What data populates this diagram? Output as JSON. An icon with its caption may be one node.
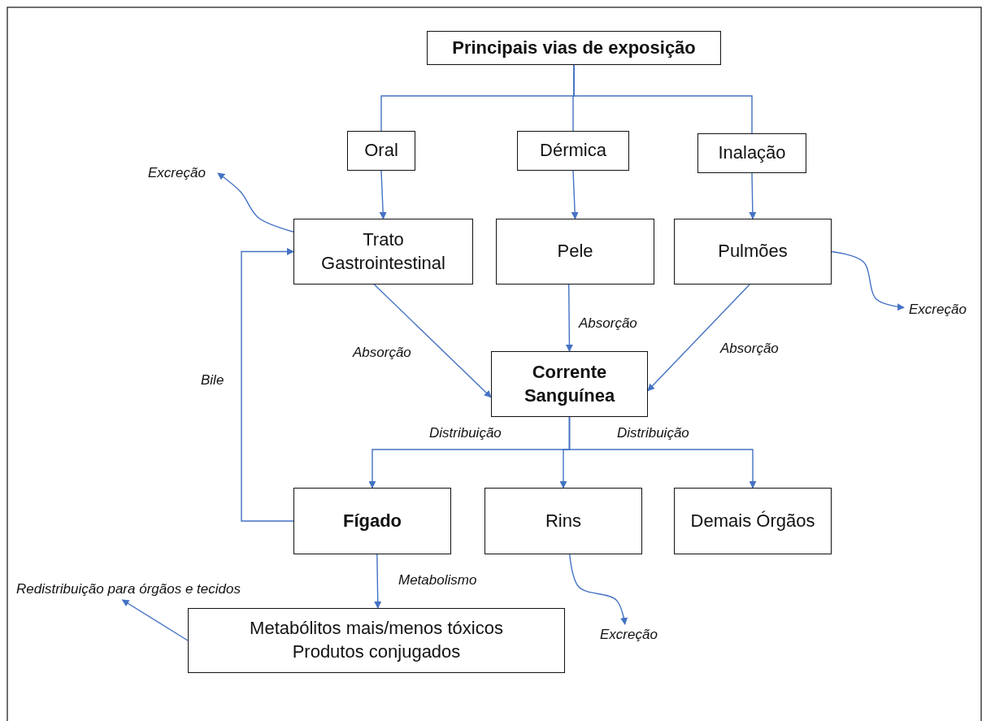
{
  "diagram": {
    "nodes": [
      {
        "text": [
          "Principais vias de exposição"
        ]
      },
      {
        "text": [
          "Oral"
        ]
      },
      {
        "text": [
          "Dérmica"
        ]
      },
      {
        "text": [
          "Inalação"
        ]
      },
      {
        "text": [
          "Trato Gastrointestinal"
        ]
      },
      {
        "text": [
          "Pele"
        ]
      },
      {
        "text": [
          "Pulmões"
        ]
      },
      {
        "text": [
          "Corrente Sanguínea"
        ]
      },
      {
        "text": [
          "Fígado"
        ]
      },
      {
        "text": [
          "Rins"
        ]
      },
      {
        "text": [
          "Demais Órgãos"
        ]
      },
      {
        "text": [
          "Metabólitos mais/menos tóxicos",
          "Produtos conjugados"
        ]
      },
      {
        "text": [
          "Excreção"
        ]
      },
      {
        "text": [
          "Excreção"
        ]
      },
      {
        "text": [
          "Excreção"
        ]
      },
      {
        "text": [
          "Redistribuição para órgãos e tecidos"
        ]
      }
    ],
    "edges": [
      {
        "from": 0,
        "to": 1,
        "arrow": "none"
      },
      {
        "from": 0,
        "to": 2,
        "arrow": "none"
      },
      {
        "from": 0,
        "to": 3,
        "arrow": "none"
      },
      {
        "from": 1,
        "to": 4,
        "arrow": "to"
      },
      {
        "from": 2,
        "to": 5,
        "arrow": "to"
      },
      {
        "from": 3,
        "to": 6,
        "arrow": "to"
      },
      {
        "from": 4,
        "to": 7,
        "arrow": "to",
        "label": "Absorção"
      },
      {
        "from": 5,
        "to": 7,
        "arrow": "to",
        "label": "Absorção"
      },
      {
        "from": 6,
        "to": 7,
        "arrow": "to",
        "label": "Absorção"
      },
      {
        "from": 7,
        "to": 8,
        "arrow": "to",
        "label": "Distribuição"
      },
      {
        "from": 7,
        "to": 9,
        "arrow": "to"
      },
      {
        "from": 7,
        "to": 10,
        "arrow": "to",
        "label": "Distribuição"
      },
      {
        "from": 8,
        "to": 4,
        "arrow": "to",
        "label": "Bile"
      },
      {
        "from": 8,
        "to": 11,
        "arrow": "to",
        "label": "Metabolismo"
      },
      {
        "from": 4,
        "to": 12,
        "arrow": "to"
      },
      {
        "from": 6,
        "to": 13,
        "arrow": "to"
      },
      {
        "from": 9,
        "to": 14,
        "arrow": "to"
      },
      {
        "from": 11,
        "to": 15,
        "arrow": "to"
      }
    ]
  }
}
